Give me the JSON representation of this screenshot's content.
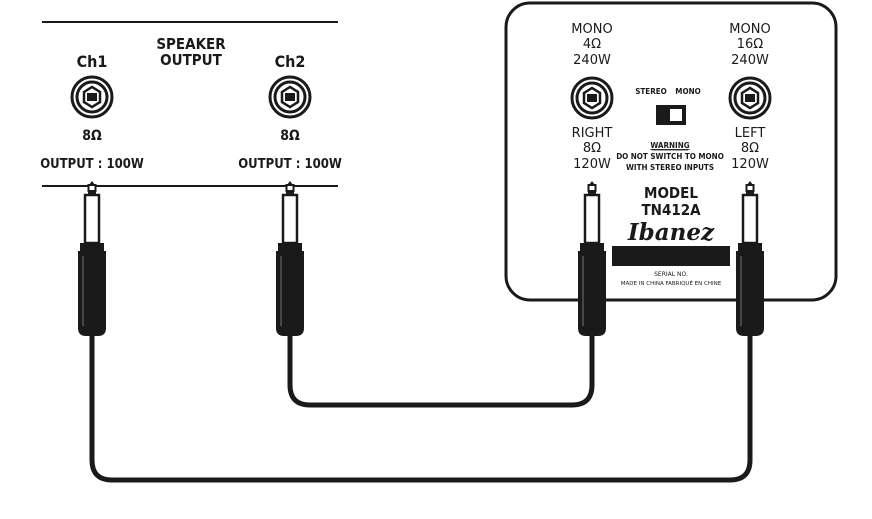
{
  "amp": {
    "speaker_output_line1": "SPEAKER",
    "speaker_output_line2": "OUTPUT",
    "ch1": {
      "label": "Ch1",
      "impedance": "8Ω",
      "output": "OUTPUT : 100W"
    },
    "ch2": {
      "label": "Ch2",
      "impedance": "8Ω",
      "output": "OUTPUT : 100W"
    }
  },
  "cabinet": {
    "left_jack": {
      "top_line1": "MONO",
      "top_line2": "4Ω",
      "top_line3": "240W",
      "bottom_line1": "RIGHT",
      "bottom_line2": "8Ω",
      "bottom_line3": "120W"
    },
    "right_jack": {
      "top_line1": "MONO",
      "top_line2": "16Ω",
      "top_line3": "240W",
      "bottom_line1": "LEFT",
      "bottom_line2": "8Ω",
      "bottom_line3": "120W"
    },
    "switch": {
      "label_stereo": "STEREO",
      "label_mono": "MONO"
    },
    "warning": {
      "title": "WARNING",
      "line1": "DO NOT SWITCH TO MONO",
      "line2": "WITH STEREO INPUTS"
    },
    "model_line1": "MODEL",
    "model_line2": "TN412A",
    "brand": "Ibanez",
    "serial_label": "SERIAL NO.",
    "made_in": "MADE IN CHINA   FABRIQUÉ EN CHINE"
  },
  "colors": {
    "ink": "#1a1a1a",
    "background": "#ffffff"
  }
}
